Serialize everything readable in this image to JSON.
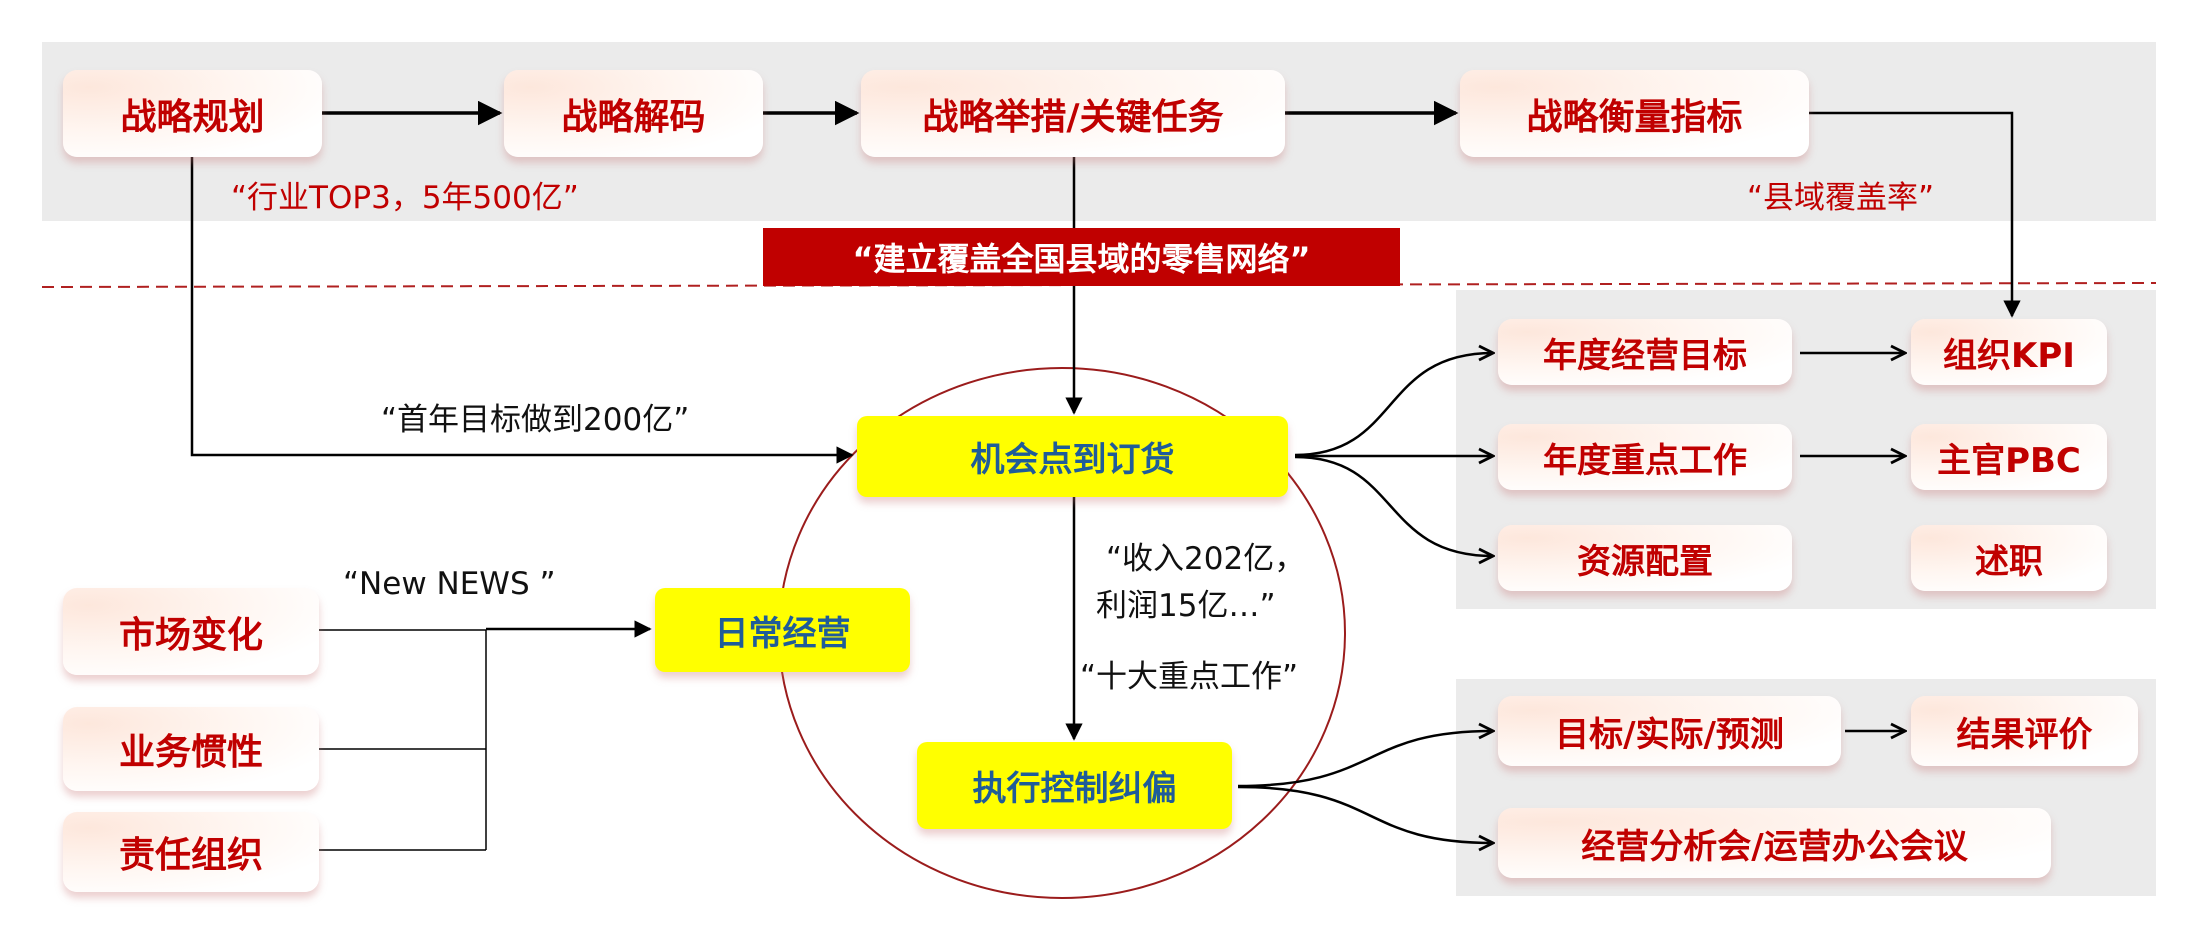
{
  "top_flow": [
    "战略规划",
    "战略解码",
    "战略举措/关键任务",
    "战略衡量指标"
  ],
  "notes": {
    "industry_goal": "“行业TOP3，5年500亿”",
    "coverage": "“县域覆盖率”",
    "banner": "“建立覆盖全国县域的零售网络”",
    "first_year": "“首年目标做到200亿”",
    "new_news": "“New NEWS ”",
    "revenue_line1": "“收入202亿，",
    "revenue_line2": "利润15亿…”",
    "ten_tasks": "“十大重点工作”"
  },
  "core": {
    "opportunity": "机会点到订货",
    "daily_ops": "日常经营",
    "execution": "执行控制纠偏"
  },
  "inputs": [
    "市场变化",
    "业务惯性",
    "责任组织"
  ],
  "plan_group": {
    "left": [
      "年度经营目标",
      "年度重点工作",
      "资源配置"
    ],
    "right": [
      "组织KPI",
      "主官PBC",
      "述职"
    ]
  },
  "exec_group": {
    "forecast": "目标/实际/预测",
    "evaluation": "结果评价",
    "meetings": "经营分析会/运营办公会议"
  },
  "colors": {
    "red": "#c00000",
    "yellow": "#ffff00",
    "blue": "#1f5c99",
    "band": "#ebebeb"
  }
}
